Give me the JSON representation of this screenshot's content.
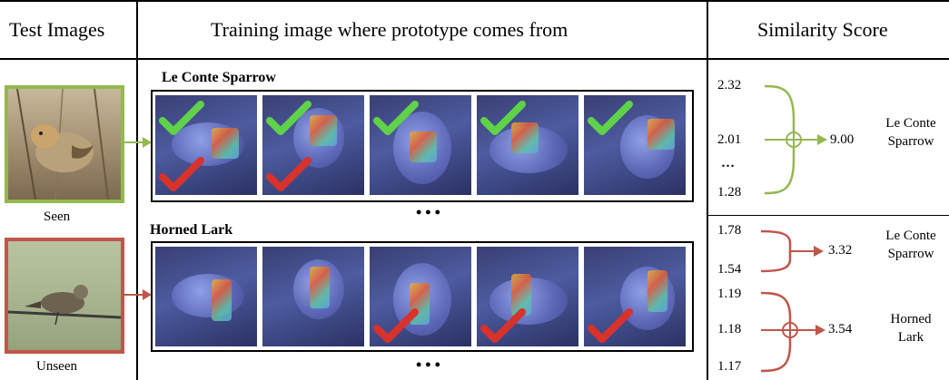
{
  "headers": {
    "col1": "Test Images",
    "col2": "Training image where prototype comes from",
    "col3": "Similarity Score"
  },
  "test_images": {
    "seen_label": "Seen",
    "unseen_label": "Unseen"
  },
  "groups": [
    {
      "title": "Le Conte Sparrow",
      "more": "•••",
      "thumbnails": [
        {
          "green_check": true,
          "red_check": true
        },
        {
          "green_check": true,
          "red_check": true
        },
        {
          "green_check": true,
          "red_check": false
        },
        {
          "green_check": true,
          "red_check": false
        },
        {
          "green_check": true,
          "red_check": false
        }
      ]
    },
    {
      "title": "Horned Lark",
      "more": "•••",
      "thumbnails": [
        {
          "green_check": false,
          "red_check": false
        },
        {
          "green_check": false,
          "red_check": false
        },
        {
          "green_check": false,
          "red_check": true
        },
        {
          "green_check": false,
          "red_check": true
        },
        {
          "green_check": false,
          "red_check": true
        }
      ]
    }
  ],
  "scores": {
    "seen": {
      "values": [
        "2.32",
        "2.01",
        "…",
        "1.28"
      ],
      "total": "9.00",
      "class_line1": "Le Conte",
      "class_line2": "Sparrow"
    },
    "unseen_a": {
      "values": [
        "1.78",
        "1.54"
      ],
      "total": "3.32",
      "class_line1": "Le Conte",
      "class_line2": "Sparrow"
    },
    "unseen_b": {
      "values": [
        "1.19",
        "1.18",
        "1.17"
      ],
      "total": "3.54",
      "class_line1": "Horned",
      "class_line2": "Lark"
    }
  },
  "colors": {
    "green": "#93b94f",
    "red": "#c0564a",
    "check_green": "#5fd24a",
    "check_red": "#d8322c"
  }
}
